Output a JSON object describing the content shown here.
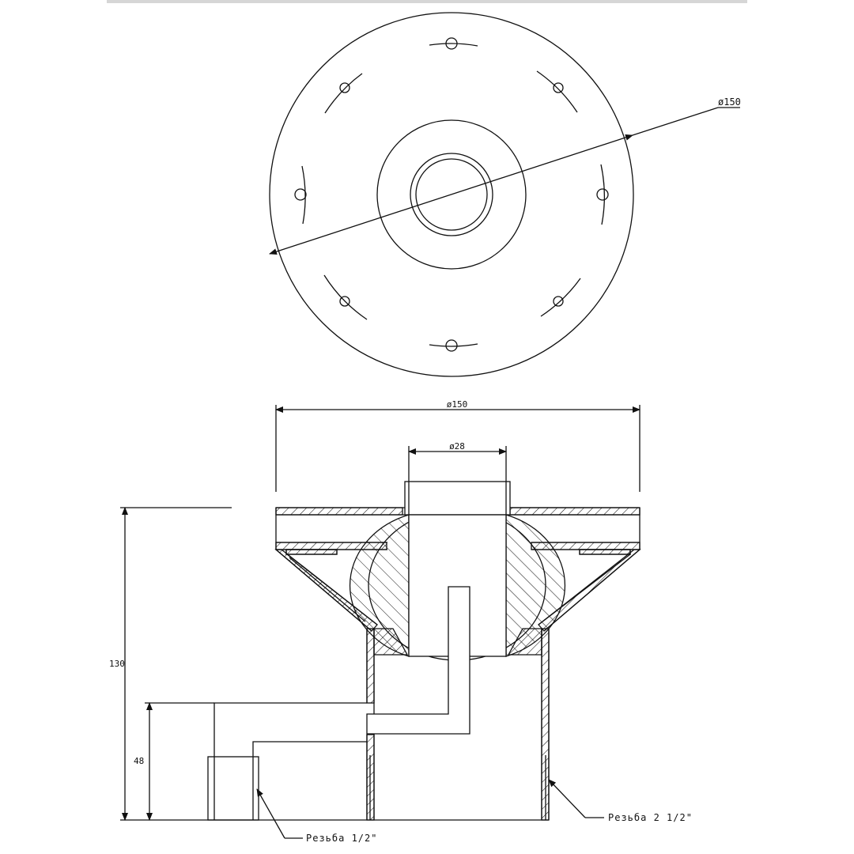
{
  "top_view": {
    "diameter_label": "ø150"
  },
  "section_view": {
    "width_label": "ø150",
    "bore_label": "ø28",
    "height_label": "130",
    "outlet_height_label": "48",
    "thread_small_label": "Резьба 1/2\"",
    "thread_large_label": "Резьба 2 1/2\""
  }
}
